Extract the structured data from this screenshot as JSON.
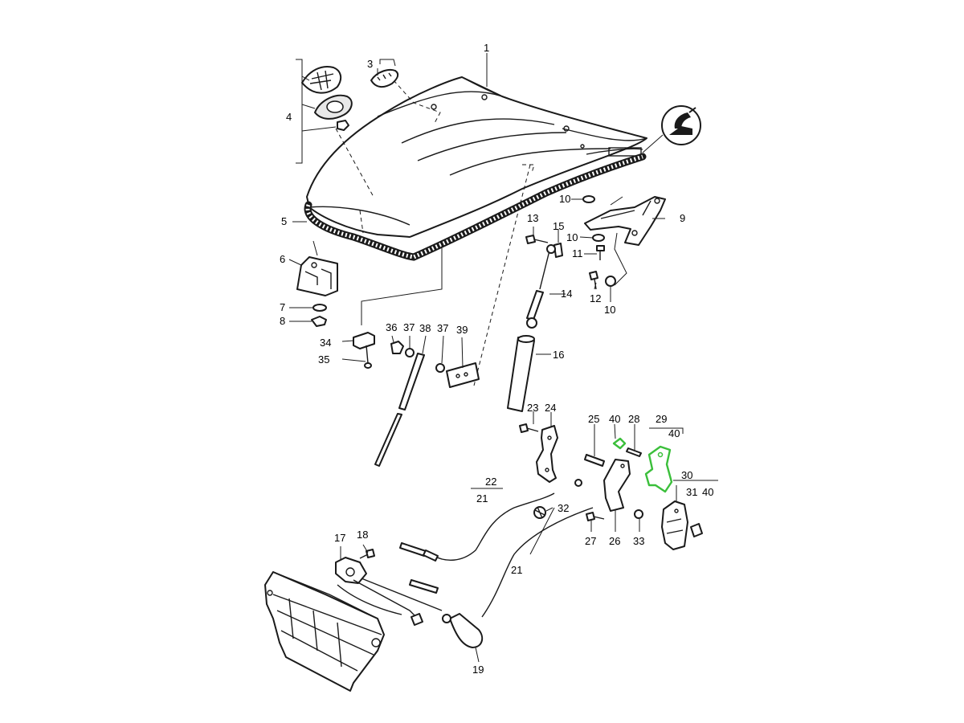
{
  "labels": {
    "l1": "1",
    "l3": "3",
    "l4": "4",
    "l5": "5",
    "l6": "6",
    "l7": "7",
    "l8": "8",
    "l9": "9",
    "l10a": "10",
    "l10b": "10",
    "l10c": "10",
    "l11": "11",
    "l12": "12",
    "l13": "13",
    "l14": "14",
    "l15": "15",
    "l16": "16",
    "l17": "17",
    "l18": "18",
    "l19": "19",
    "l21a": "21",
    "l21b": "21",
    "l22": "22",
    "l23": "23",
    "l24": "24",
    "l25": "25",
    "l26": "26",
    "l27": "27",
    "l28": "28",
    "l29": "29",
    "l30": "30",
    "l31": "31",
    "l32": "32",
    "l33": "33",
    "l34": "34",
    "l35": "35",
    "l36": "36",
    "l37a": "37",
    "l37b": "37",
    "l38": "38",
    "l39": "39",
    "l40a": "40",
    "l40b": "40",
    "l40c": "40"
  },
  "colors": {
    "line": "#1a1a1a",
    "highlight": "#3bbf3b",
    "background": "#ffffff"
  },
  "icons": [
    "sealant-application-icon"
  ]
}
